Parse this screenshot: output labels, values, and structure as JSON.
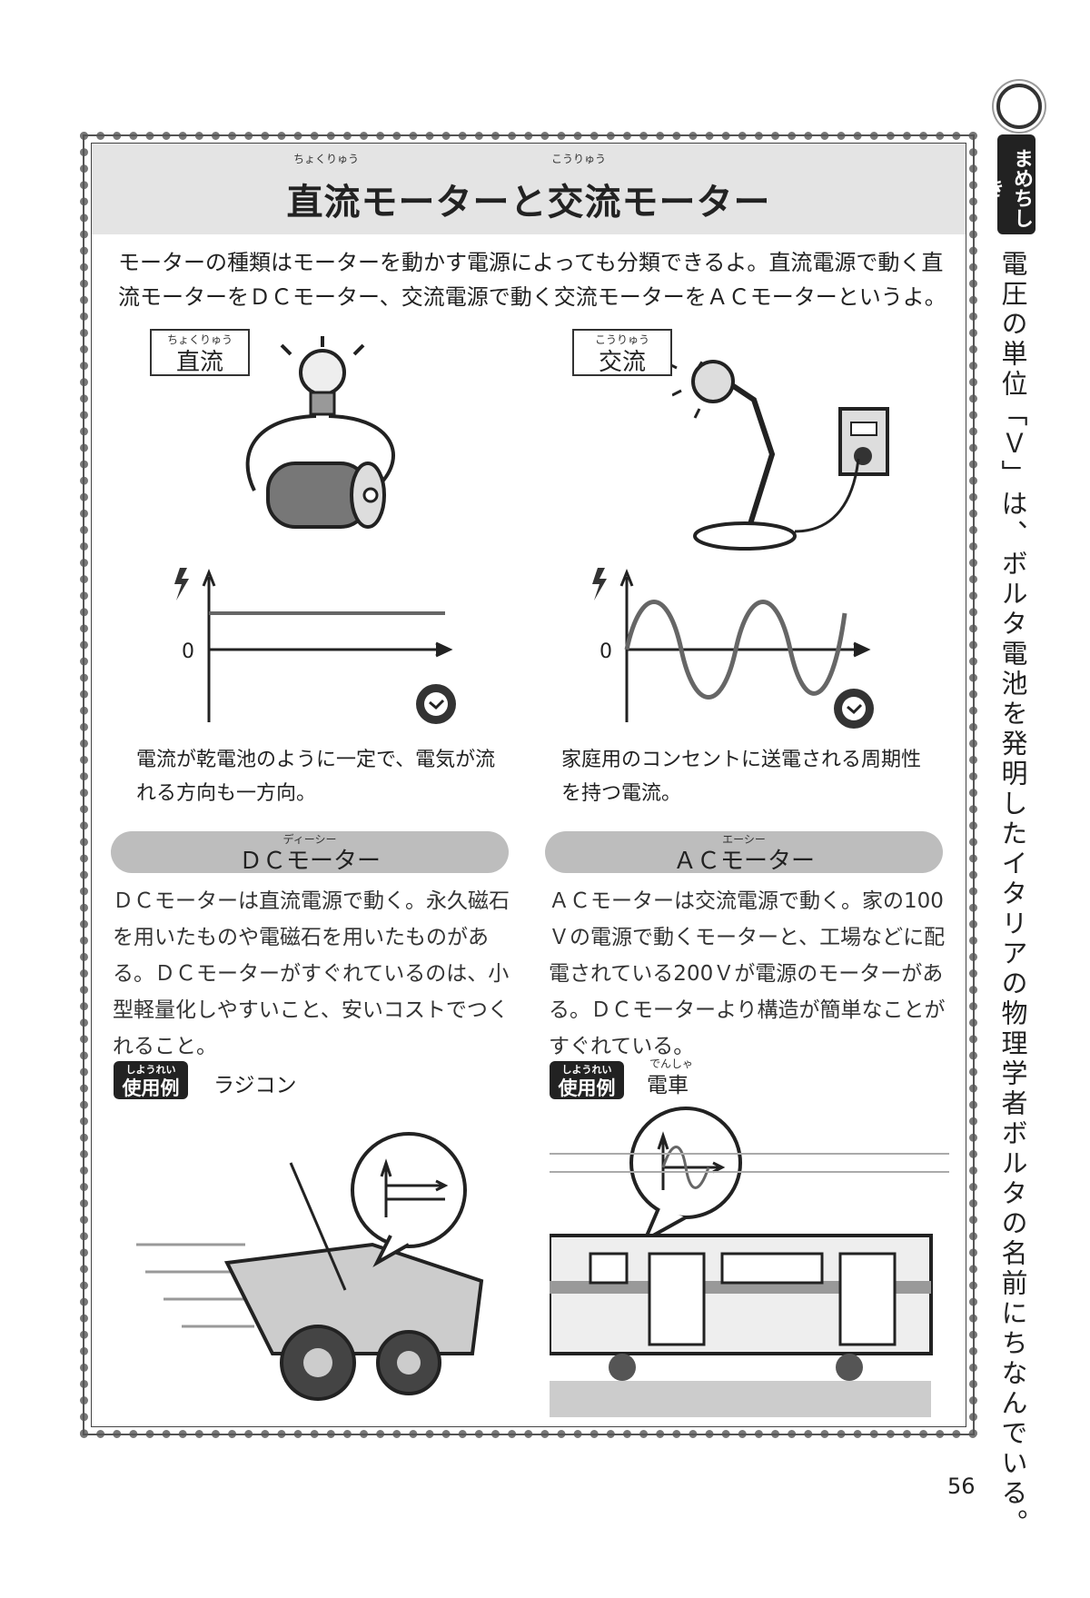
{
  "title": {
    "text": "直流モーターと交流モーター",
    "ruby_dc": "ちょくりゅう",
    "ruby_ac": "こうりゅう"
  },
  "intro": "モーターの種類はモーターを動かす電源によっても分類できるよ。直流電源で動く直流モーターをＤＣモーター、交流電源で動く交流モーターをＡＣモーターというよ。",
  "dc": {
    "label": "直流",
    "label_ruby": "ちょくりゅう",
    "graph_zero": "0",
    "caption": "電流が乾電池のように一定で、電気が流れる方向も一方向。",
    "heading": "ＤＣモーター",
    "heading_ruby": "ディーシー",
    "body": "ＤＣモーターは直流電源で動く。永久磁石を用いたものや電磁石を用いたものがある。ＤＣモーターがすぐれているのは、小型軽量化しやすいこと、安いコストでつくれること。",
    "example_badge": "使用例",
    "example_badge_ruby": "しようれい",
    "example": "ラジコン"
  },
  "ac": {
    "label": "交流",
    "label_ruby": "こうりゅう",
    "graph_zero": "0",
    "caption": "家庭用のコンセントに送電される周期性を持つ電流。",
    "heading": "ＡＣモーター",
    "heading_ruby": "エーシー",
    "body": "ＡＣモーターは交流電源で動く。家の100Ｖの電源で動くモーターと、工場などに配電されている200Ｖが電源のモーターがある。ＤＣモーターより構造が簡単なことがすぐれている。",
    "example_badge": "使用例",
    "example_badge_ruby": "しようれい",
    "example": "電車",
    "example_ruby": "でんしゃ"
  },
  "sidebar": {
    "label": "まめちしき",
    "text": "電圧の単位「Ｖ」は、ボルタ電池を発明したイタリアの物理学者ボルタの名前にちなんでいる。"
  },
  "page_number": "56"
}
